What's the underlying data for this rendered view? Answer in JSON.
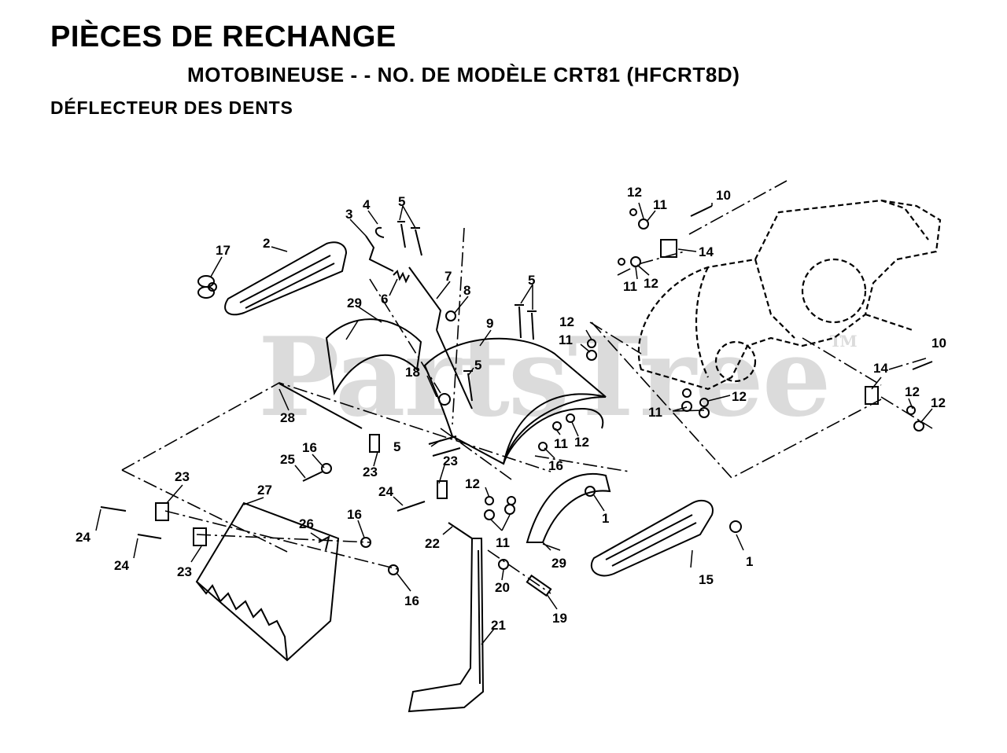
{
  "header": {
    "title": "PIÈCES DE RECHANGE",
    "subtitle": "MOTOBINEUSE - - NO.  DE MODÈLE CRT81 (HFCRT8D)",
    "section": "DÉFLECTEUR DES DENTS"
  },
  "watermark": {
    "text": "PartsTree",
    "tm": "TM"
  },
  "callouts": [
    "1",
    "1",
    "2",
    "3",
    "4",
    "5",
    "5",
    "5",
    "5",
    "6",
    "7",
    "8",
    "9",
    "10",
    "10",
    "11",
    "11",
    "11",
    "11",
    "11",
    "11",
    "12",
    "12",
    "12",
    "12",
    "12",
    "12",
    "12",
    "12",
    "14",
    "14",
    "15",
    "16",
    "16",
    "16",
    "16",
    "17",
    "18",
    "19",
    "20",
    "21",
    "22",
    "23",
    "23",
    "23",
    "23",
    "24",
    "24",
    "24",
    "25",
    "26",
    "27",
    "28",
    "29",
    "29"
  ]
}
